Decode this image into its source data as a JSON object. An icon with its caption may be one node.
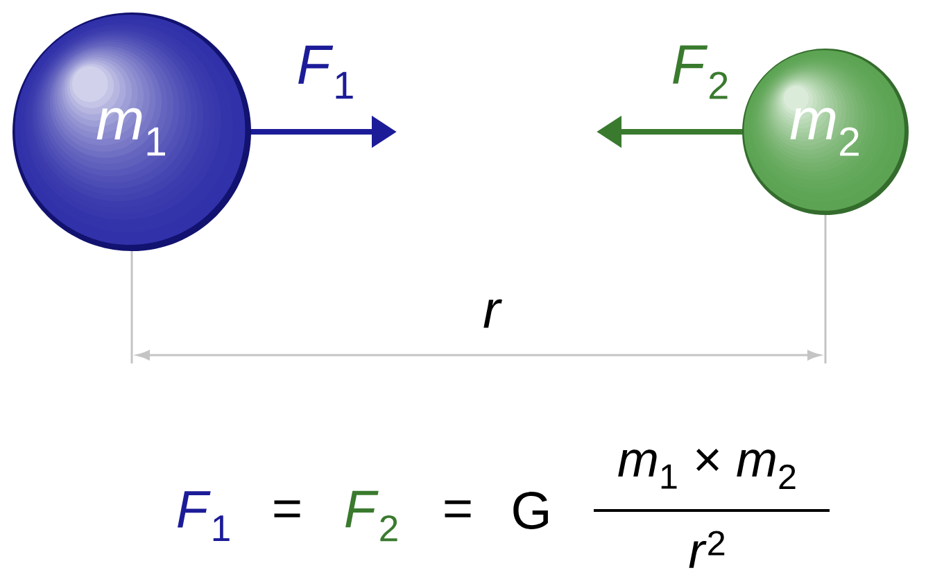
{
  "diagram": {
    "nodes": [
      {
        "text": [
          "*m*$_{1}$"
        ]
      },
      {
        "text": [
          "*m*$_{2}$"
        ]
      }
    ],
    "labels": [
      "*F*$_{1}$",
      "*F*$_{2}$",
      "*r*",
      "*F*$_{1}$",
      "=",
      "*F*$_{2}$",
      "=",
      "G",
      "*m*$_{1}$ × *m*$_{2}$",
      "*r*$^{2}$"
    ]
  }
}
